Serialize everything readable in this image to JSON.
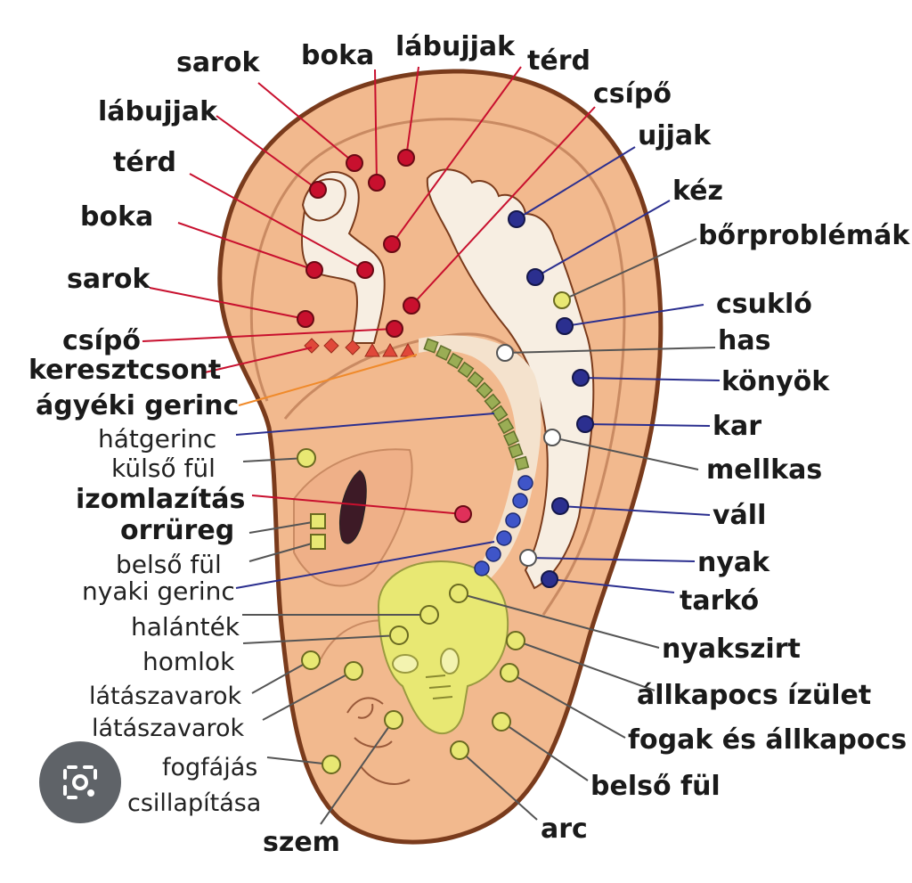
{
  "colors": {
    "skin": "#f2b98e",
    "skin_outline": "#7a3b1c",
    "lower_leg_point": "#c8102e",
    "upper_limb_point": "#2b2f8f",
    "head_point": "#e8e873",
    "spine_segment": "#9aad55",
    "neck_point": "#3f55c8",
    "body_region": "#f7eee2"
  },
  "left_labels": {
    "sarok_top": "sarok",
    "labujjak_left": "lábujjak",
    "terd_left": "térd",
    "boka_left": "boka",
    "sarok_left": "sarok",
    "csipo_left": "csípő",
    "keresztcsont": "keresztcsont",
    "agyeki_gerinc": "ágyéki gerinc",
    "hatgerinc": "hátgerinc",
    "kulso_ful": "külső fül",
    "izomlazitas": "izomlazítás",
    "orrureg": "orrüreg",
    "belso_ful_left": "belső fül",
    "nyaki_gerinc": "nyaki gerinc",
    "halantek": "halánték",
    "homlok": "homlok",
    "latas_1": "látászavarok",
    "latas_2": "látászavarok",
    "fogfajas_1": "fogfájás",
    "fogfajas_2": "csillapítása"
  },
  "top_labels": {
    "boka_top": "boka",
    "labujjak_top": "lábujjak",
    "terd_top": "térd",
    "csipo_top": "csípő"
  },
  "right_labels": {
    "ujjak": "ujjak",
    "kez": "kéz",
    "borproblemak": "bőrproblémák",
    "csuklo": "csukló",
    "has": "has",
    "konyok": "könyök",
    "kar": "kar",
    "mellkas": "mellkas",
    "vall": "váll",
    "nyak": "nyak",
    "tarko": "tarkó",
    "nyakszirt": "nyakszirt",
    "allkapocs_izulet": "állkapocs ízület",
    "fogak_allkapocs": "fogak és állkapocs",
    "belso_ful_right": "belső fül",
    "arc": "arc"
  },
  "bottom_labels": {
    "szem": "szem"
  },
  "overlay": {
    "lens_icon": "camera-search-icon"
  }
}
